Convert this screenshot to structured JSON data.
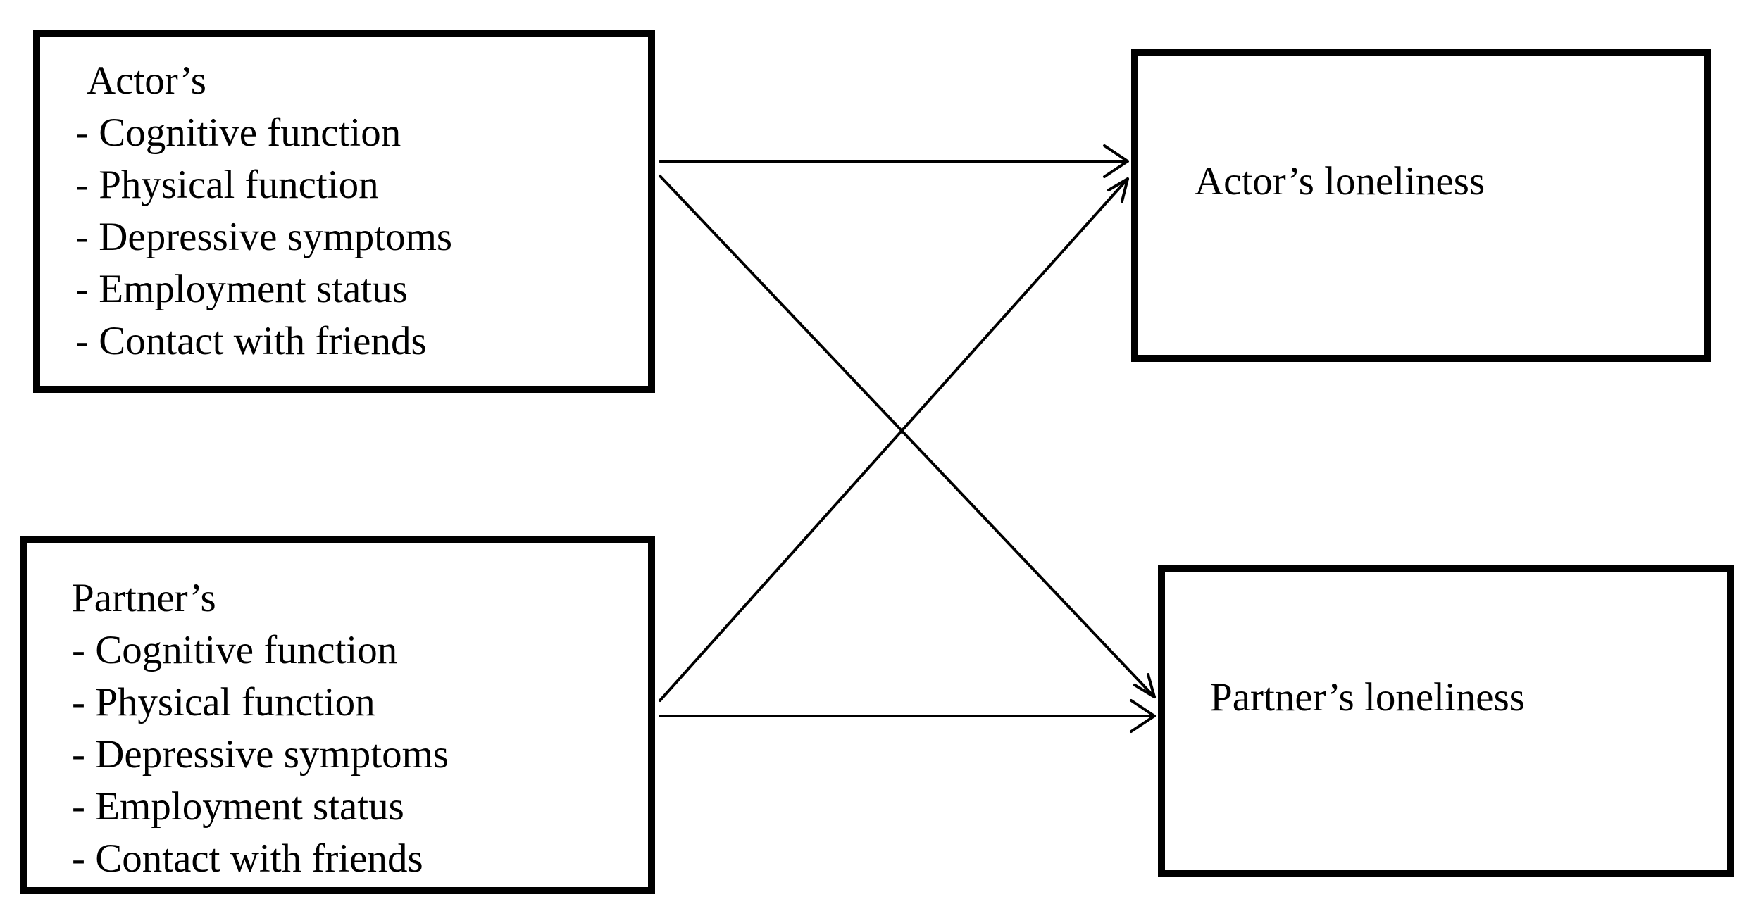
{
  "actor_predictors": {
    "heading": "Actor’s",
    "items": [
      "- Cognitive function",
      "- Physical function",
      "- Depressive symptoms",
      "- Employment status",
      "- Contact with friends"
    ]
  },
  "partner_predictors": {
    "heading": "Partner’s",
    "items": [
      "- Cognitive function",
      "- Physical function",
      "- Depressive symptoms",
      "- Employment status",
      "- Contact with friends"
    ]
  },
  "actor_outcome": {
    "label": "Actor’s loneliness"
  },
  "partner_outcome": {
    "label": "Partner’s loneliness"
  },
  "edges": [
    {
      "from": "Actor’s",
      "to": "Actor’s loneliness"
    },
    {
      "from": "Actor’s",
      "to": "Partner’s loneliness"
    },
    {
      "from": "Partner’s",
      "to": "Actor’s loneliness"
    },
    {
      "from": "Partner’s",
      "to": "Partner’s loneliness"
    }
  ]
}
